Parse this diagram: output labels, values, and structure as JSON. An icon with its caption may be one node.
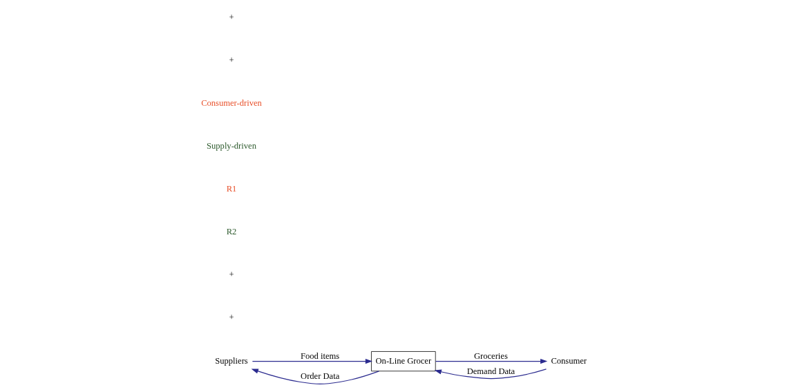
{
  "diagram": {
    "nodes": [
      {
        "text": [
          "Suppliers"
        ]
      },
      {
        "text": [
          "On-Line Grocer"
        ]
      },
      {
        "text": [
          "Consumer"
        ]
      }
    ],
    "edges": [
      {
        "from": 1,
        "to": 0,
        "arrow": "to",
        "label": "Order Data"
      },
      {
        "from": 0,
        "to": 1,
        "arrow": "to",
        "label": "Food items"
      },
      {
        "from": 1,
        "to": 2,
        "arrow": "to",
        "label": "Groceries"
      },
      {
        "from": 2,
        "to": 1,
        "arrow": "to",
        "label": "Demand Data"
      }
    ],
    "labels": [
      "+",
      "+",
      "R2",
      "R1",
      "Supply-driven",
      "Consumer-driven",
      "+",
      "+"
    ]
  }
}
